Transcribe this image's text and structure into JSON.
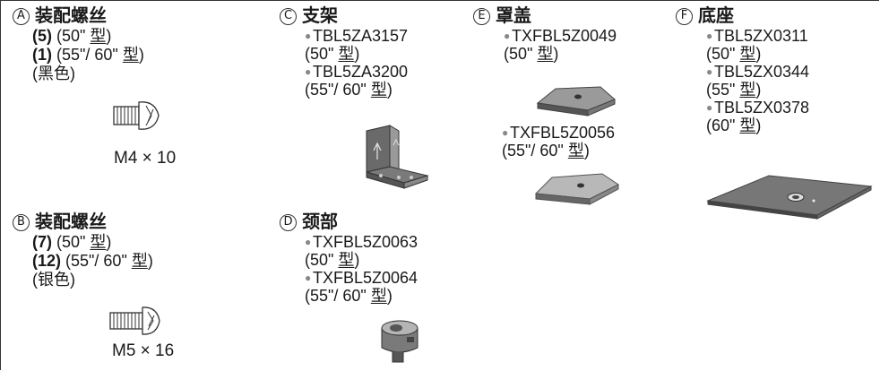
{
  "a": {
    "marker": "Ⓐ",
    "title": "装配螺丝",
    "lines": [
      {
        "bold": "(5)",
        "rest": " (50\" 型)"
      },
      {
        "bold": "(1)",
        "rest": " (55\"/ 60\" 型)"
      }
    ],
    "color": "(黑色)",
    "caption": "M4 × 10"
  },
  "b": {
    "marker": "Ⓑ",
    "title": "装配螺丝",
    "lines": [
      {
        "bold": "(7)",
        "rest": " (50\" 型)"
      },
      {
        "bold": "(12)",
        "rest": " (55\"/ 60\" 型)"
      }
    ],
    "color": "(银色)",
    "caption": "M5 × 16"
  },
  "c": {
    "marker": "Ⓒ",
    "title": "支架",
    "items": [
      {
        "code": "TBL5ZA3157",
        "size": "(50\" 型)"
      },
      {
        "code": "TBL5ZA3200",
        "size": "(55\"/ 60\" 型)"
      }
    ]
  },
  "d": {
    "marker": "Ⓓ",
    "title": "颈部",
    "items": [
      {
        "code": "TXFBL5Z0063",
        "size": "(50\" 型)"
      },
      {
        "code": "TXFBL5Z0064",
        "size": "(55\"/ 60\" 型)"
      }
    ]
  },
  "e": {
    "marker": "Ⓔ",
    "title": "罩盖",
    "items": [
      {
        "code": "TXFBL5Z0049",
        "size": "(50\" 型)"
      },
      {
        "code": "TXFBL5Z0056",
        "size": "(55\"/ 60\" 型)"
      }
    ]
  },
  "f": {
    "marker": "Ⓕ",
    "title": "底座",
    "items": [
      {
        "code": "TBL5ZX0311",
        "size": "(50\" 型)"
      },
      {
        "code": "TBL5ZX0344",
        "size": "(55\" 型)"
      },
      {
        "code": "TBL5ZX0378",
        "size": "(60\" 型)"
      }
    ]
  }
}
